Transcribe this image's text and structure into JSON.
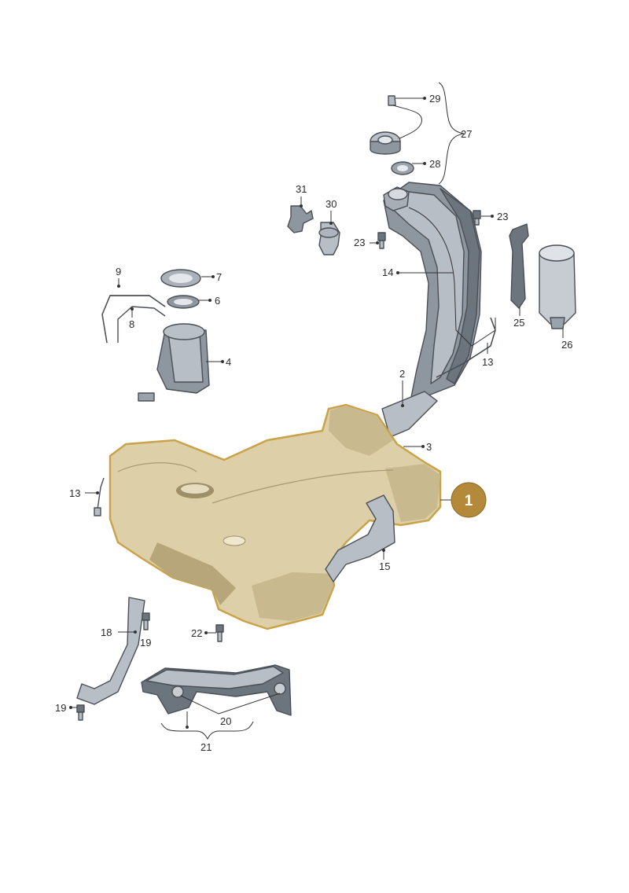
{
  "diagram": {
    "highlight_color": "#c9a24a",
    "tank_color": "#ddd0a8",
    "part_color": "#8e969f",
    "callout": {
      "label": "1",
      "fill": "#b4893a"
    },
    "labels": {
      "l29": "29",
      "l27": "27",
      "l28": "28",
      "l31": "31",
      "l30": "30",
      "l23a": "23",
      "l23b": "23",
      "l14": "14",
      "l9": "9",
      "l7": "7",
      "l6": "6",
      "l8": "8",
      "l4": "4",
      "l25": "25",
      "l26": "26",
      "l13a": "13",
      "l2": "2",
      "l3": "3",
      "l13b": "13",
      "l15": "15",
      "l18": "18",
      "l19a": "19",
      "l22": "22",
      "l19b": "19",
      "l20": "20",
      "l21": "21"
    }
  }
}
